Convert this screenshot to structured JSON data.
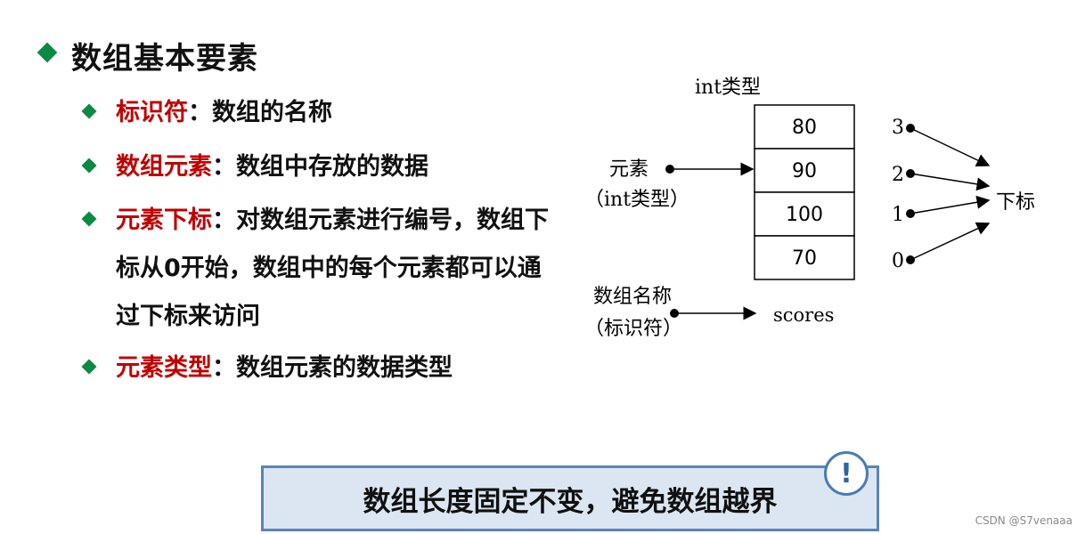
{
  "heading": "数组基本要素",
  "bullets": [
    {
      "term": "标识符",
      "sep": "：",
      "desc": "数组的名称"
    },
    {
      "term": "数组元素",
      "sep": "：",
      "desc": "数组中存放的数据"
    },
    {
      "term": "元素下标",
      "sep": "：",
      "desc": "对数组元素进行编号，数组下标从0开始，数组中的每个元素都可以通过下标来访问"
    },
    {
      "term": "元素类型",
      "sep": "：",
      "desc": "数组元素的数据类型"
    }
  ],
  "diagram": {
    "type_label": "int类型",
    "cells": [
      "80",
      "90",
      "100",
      "70"
    ],
    "element_label": "元素",
    "element_sub": "（int类型）",
    "indices": [
      "3",
      "2",
      "1",
      "0"
    ],
    "index_label": "下标",
    "name_label": "数组名称",
    "name_sub": "（标识符）",
    "name_value": "scores"
  },
  "note": {
    "text": "数组长度固定不变，避免数组越界",
    "icon": "!"
  },
  "watermark": "CSDN @S7venaaa",
  "colors": {
    "accent_green": "#0a8a44",
    "term_red": "#c00000",
    "note_bg": "#dce6f2",
    "note_border": "#5b83b8"
  }
}
